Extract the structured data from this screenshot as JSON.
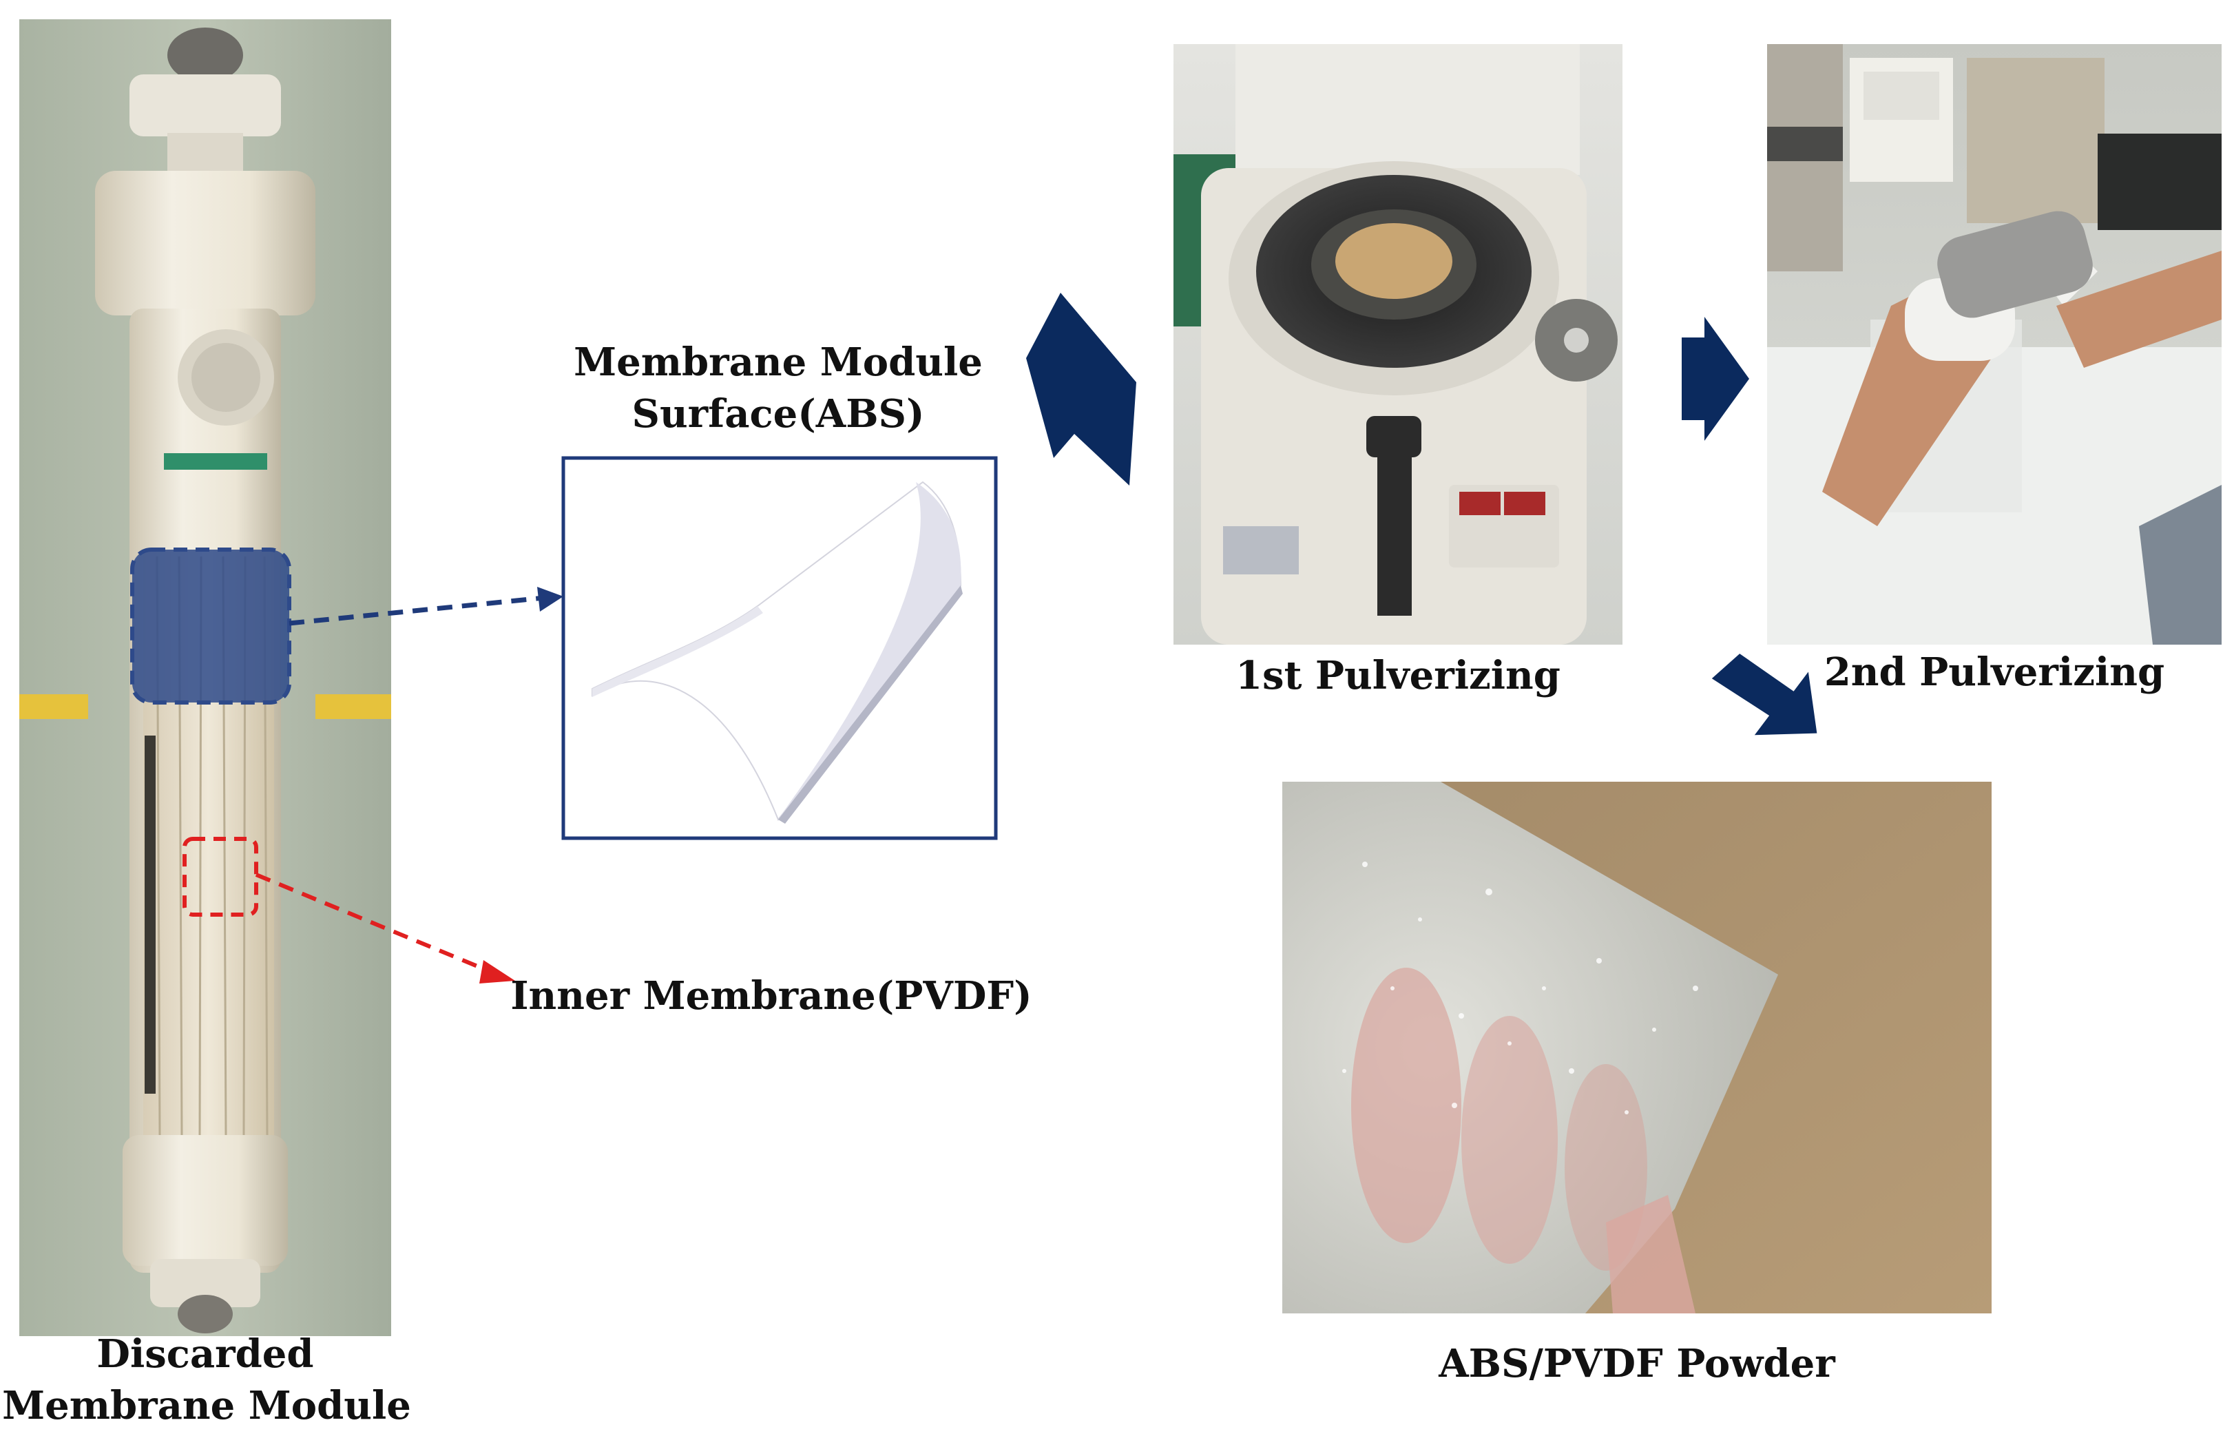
{
  "labels": {
    "module_line1": "Discarded",
    "module_line2": "Membrane Module",
    "surface_line1": "Membrane Module",
    "surface_line2": "Surface(ABS)",
    "inner": "Inner Membrane(PVDF)",
    "pulverize1": "1st Pulverizing",
    "pulverize2": "2nd Pulverizing",
    "powder": "ABS/PVDF Powder"
  },
  "colors": {
    "arrow_navy": "#0b2a5e",
    "surface_highlight": "#2e4a8a",
    "inner_highlight": "#e02020",
    "box_border": "#1f3a7a",
    "text": "#111111"
  },
  "icons": {
    "process_arrow": "chevron-arrow-icon"
  }
}
